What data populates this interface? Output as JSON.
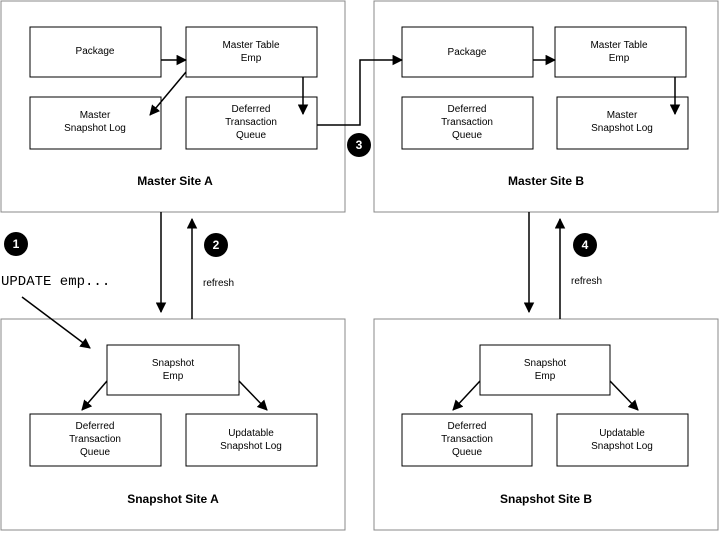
{
  "sites": {
    "master_a": {
      "title": "Master Site A",
      "package": [
        "Package"
      ],
      "master_table": [
        "Master Table",
        "Emp"
      ],
      "master_snapshot_log": [
        "Master",
        "Snapshot Log"
      ],
      "deferred_queue": [
        "Deferred",
        "Transaction",
        "Queue"
      ]
    },
    "master_b": {
      "title": "Master Site B",
      "package": [
        "Package"
      ],
      "master_table": [
        "Master Table",
        "Emp"
      ],
      "deferred_queue": [
        "Deferred",
        "Transaction",
        "Queue"
      ],
      "master_snapshot_log": [
        "Master",
        "Snapshot Log"
      ]
    },
    "snapshot_a": {
      "title": "Snapshot Site A",
      "snapshot": [
        "Snapshot",
        "Emp"
      ],
      "deferred_queue": [
        "Deferred",
        "Transaction",
        "Queue"
      ],
      "updatable_log": [
        "Updatable",
        "Snapshot Log"
      ]
    },
    "snapshot_b": {
      "title": "Snapshot Site B",
      "snapshot": [
        "Snapshot",
        "Emp"
      ],
      "deferred_queue": [
        "Deferred",
        "Transaction",
        "Queue"
      ],
      "updatable_log": [
        "Updatable",
        "Snapshot Log"
      ]
    }
  },
  "statement": "UPDATE emp...",
  "refresh_label": "refresh",
  "steps": [
    "1",
    "2",
    "3",
    "4"
  ],
  "colors": {
    "line": "#000000",
    "site_border": "#888888",
    "background": "#ffffff"
  }
}
